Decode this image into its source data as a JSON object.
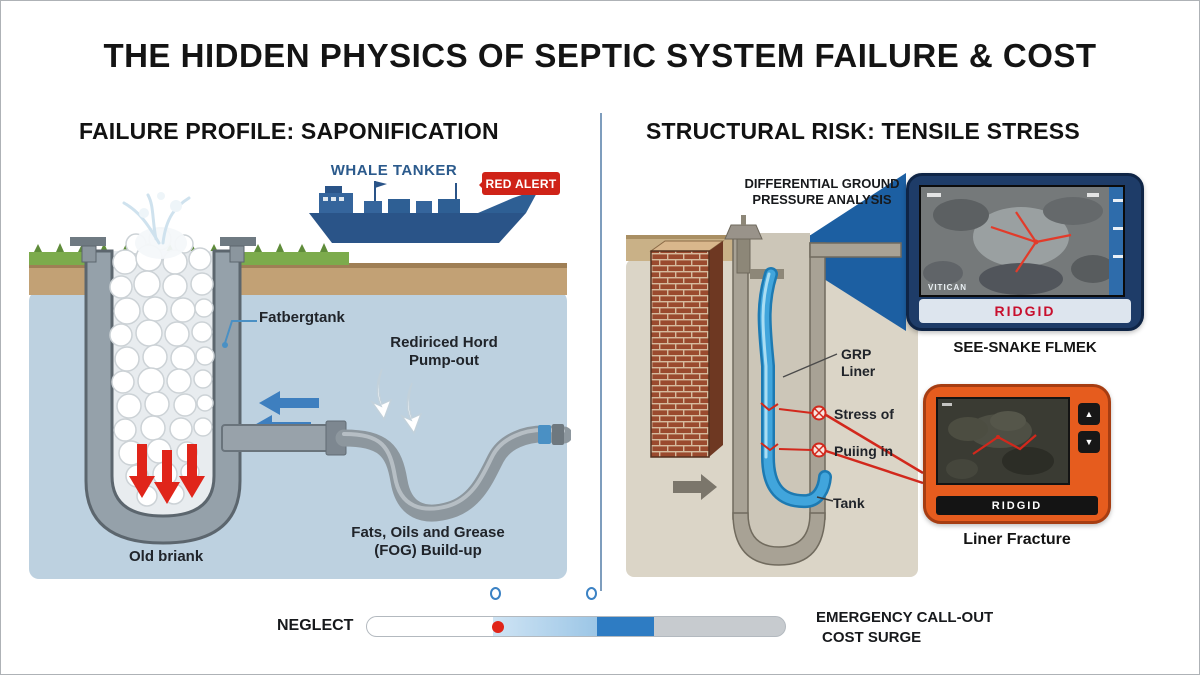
{
  "title": "THE HIDDEN PHYSICS OF SEPTIC SYSTEM FAILURE & COST",
  "left_panel": {
    "heading": "FAILURE PROFILE: SAPONIFICATION",
    "ship_label": "WHALE TANKER",
    "alert_badge": "RED ALERT",
    "fatberg_label": "Fatbergtank",
    "pumpout_line1": "Rediriced Hord",
    "pumpout_line2": "Pump-out",
    "fog_line1": "Fats, Oils and Grease",
    "fog_line2": "(FOG) Build-up",
    "old_briank_label": "Old briank"
  },
  "right_panel": {
    "heading": "STRUCTURAL RISK: TENSILE STRESS",
    "analysis_line1": "DIFFERENTIAL GROUND",
    "analysis_line2": "PRESSURE ANALYSIS",
    "grp_line1": "GRP",
    "grp_line2": "Liner",
    "stress_label": "Stress of",
    "pulling_label": "Puiing in",
    "tank_label": "Tank",
    "top_device": {
      "brand": "RIDGID",
      "caption": "SEE-SNAKE FLMEK",
      "screen_hud": "VITICAN"
    },
    "bottom_device": {
      "brand": "RIDGID",
      "caption": "Liner Fracture",
      "buttons": [
        "▲",
        "▼"
      ]
    }
  },
  "bottom_bar": {
    "left_label": "NEGLECT",
    "right_line1": "EMERGENCY CALL-OUT",
    "right_line2": "COST SURGE"
  },
  "colors": {
    "accent_blue": "#2e5f94",
    "alert_red": "#cf2318",
    "ridgid_red": "#c8102e",
    "slider_blue": "#2f7fc4",
    "liner_blue": "#41a5dc",
    "device_orange": "#e65c1e"
  }
}
